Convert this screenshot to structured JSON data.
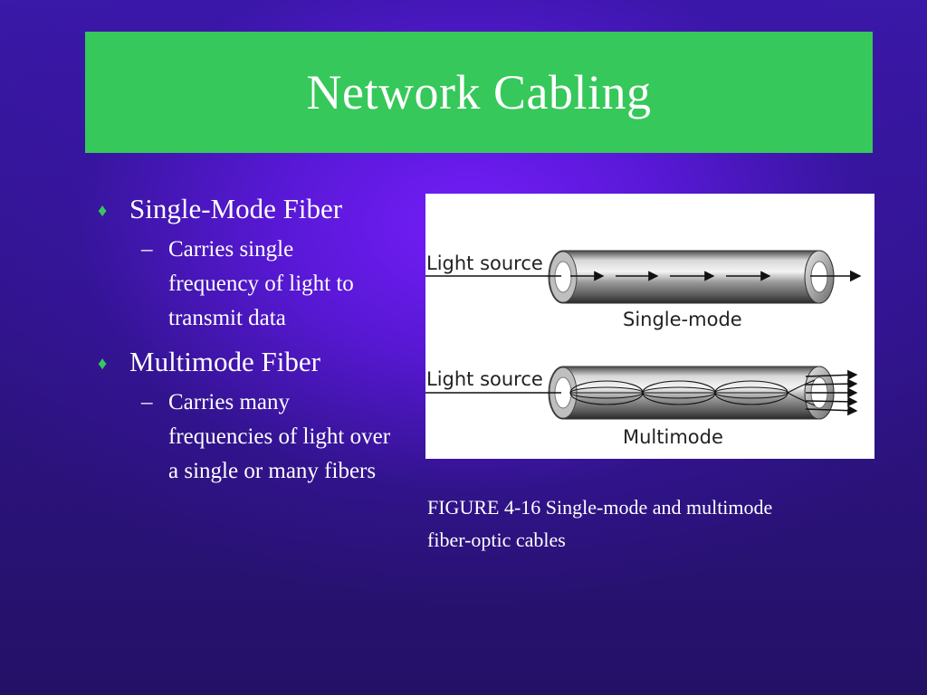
{
  "slide": {
    "title": "Network Cabling",
    "bullets": [
      {
        "text": "Single-Mode Fiber",
        "sub": [
          {
            "text": "Carries single frequency of light to transmit data"
          }
        ]
      },
      {
        "text": "Multimode Fiber",
        "sub": [
          {
            "text": "Carries many frequencies of light over a single or many fibers"
          }
        ]
      }
    ],
    "figure": {
      "labels": {
        "light_source_top": "Light source",
        "single_mode": "Single-mode",
        "light_source_bottom": "Light source",
        "multimode": "Multimode"
      },
      "caption": "FIGURE 4-16 Single-mode and multimode fiber-optic cables"
    },
    "icons": {
      "bullet": "diamond-icon",
      "sub_bullet": "dash"
    },
    "colors": {
      "title_bg": "#36c85a",
      "background": "#2c137f",
      "accent": "#36c85a",
      "text": "#ffffff"
    }
  }
}
